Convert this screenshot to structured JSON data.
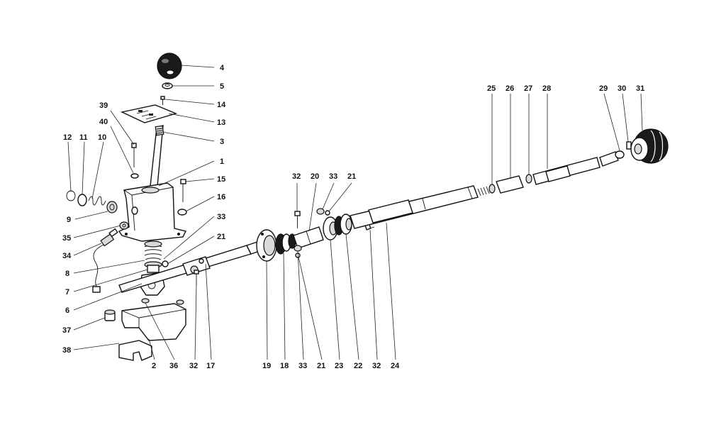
{
  "diagram": {
    "labels": [
      {
        "id": "l4",
        "text": "4"
      },
      {
        "id": "l5",
        "text": "5"
      },
      {
        "id": "l14",
        "text": "14"
      },
      {
        "id": "l39",
        "text": "39"
      },
      {
        "id": "l13",
        "text": "13"
      },
      {
        "id": "l40",
        "text": "40"
      },
      {
        "id": "l12",
        "text": "12"
      },
      {
        "id": "l11",
        "text": "11"
      },
      {
        "id": "l10",
        "text": "10"
      },
      {
        "id": "l3",
        "text": "3"
      },
      {
        "id": "l1",
        "text": "1"
      },
      {
        "id": "l15",
        "text": "15"
      },
      {
        "id": "l16",
        "text": "16"
      },
      {
        "id": "l9",
        "text": "9"
      },
      {
        "id": "l33a",
        "text": "33"
      },
      {
        "id": "l35",
        "text": "35"
      },
      {
        "id": "l34",
        "text": "34"
      },
      {
        "id": "l21a",
        "text": "21"
      },
      {
        "id": "l8",
        "text": "8"
      },
      {
        "id": "l7",
        "text": "7"
      },
      {
        "id": "l6",
        "text": "6"
      },
      {
        "id": "l37",
        "text": "37"
      },
      {
        "id": "l38",
        "text": "38"
      },
      {
        "id": "l2",
        "text": "2"
      },
      {
        "id": "l36",
        "text": "36"
      },
      {
        "id": "l32a",
        "text": "32"
      },
      {
        "id": "l17",
        "text": "17"
      },
      {
        "id": "l32b",
        "text": "32"
      },
      {
        "id": "l20",
        "text": "20"
      },
      {
        "id": "l33b",
        "text": "33"
      },
      {
        "id": "l21b",
        "text": "21"
      },
      {
        "id": "l19",
        "text": "19"
      },
      {
        "id": "l18",
        "text": "18"
      },
      {
        "id": "l33c",
        "text": "33"
      },
      {
        "id": "l21c",
        "text": "21"
      },
      {
        "id": "l23",
        "text": "23"
      },
      {
        "id": "l22",
        "text": "22"
      },
      {
        "id": "l32c",
        "text": "32"
      },
      {
        "id": "l24",
        "text": "24"
      },
      {
        "id": "l25",
        "text": "25"
      },
      {
        "id": "l26",
        "text": "26"
      },
      {
        "id": "l27",
        "text": "27"
      },
      {
        "id": "l28",
        "text": "28"
      },
      {
        "id": "l29",
        "text": "29"
      },
      {
        "id": "l30",
        "text": "30"
      },
      {
        "id": "l31",
        "text": "31"
      }
    ]
  }
}
